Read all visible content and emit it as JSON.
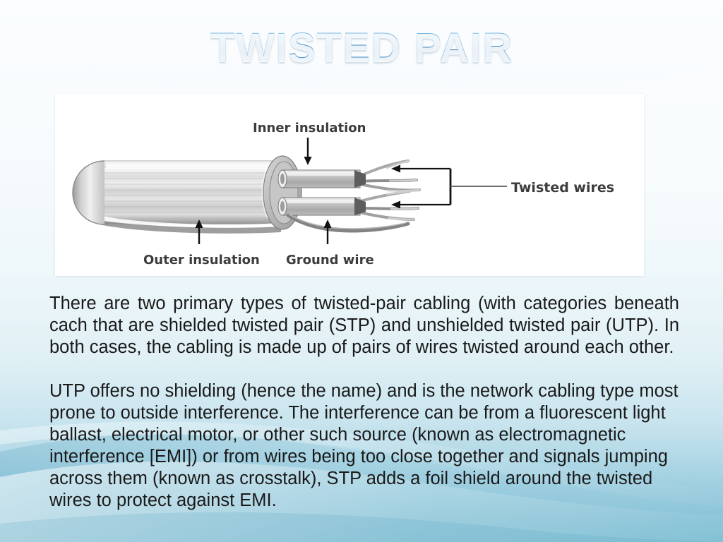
{
  "slide": {
    "title": "TWISTED PAIR",
    "background": {
      "top_color": "#fbfdfe",
      "bottom_color": "#7bbdd2",
      "accent_color": "#4a90c4"
    }
  },
  "diagram": {
    "name": "twisted-pair-cable-cutaway",
    "panel_background": "#ffffff",
    "labels": [
      {
        "id": "inner-insulation",
        "text": "Inner insulation"
      },
      {
        "id": "twisted-wires",
        "text": "Twisted wires"
      },
      {
        "id": "outer-insulation",
        "text": "Outer insulation"
      },
      {
        "id": "ground-wire",
        "text": "Ground wire"
      }
    ]
  },
  "content": {
    "paragraph_1": "There are two primary types of twisted-pair cabling (with categories beneath cach that are shielded twisted pair (STP) and unshielded twisted pair (UTP). In both cases, the cabling is made up of pairs of wires twisted around each other.",
    "paragraph_2": "UTP offers no shielding (hence the name) and is the network cabling type most prone to outside interference. The interference can be from a fluorescent light ballast, electrical motor, or other such source (known as electromagnetic interference [EMI]) or from wires being too close together and signals jumping across them (known as crosstalk), STP adds a foil shield around the twisted wires to protect against EMI."
  }
}
